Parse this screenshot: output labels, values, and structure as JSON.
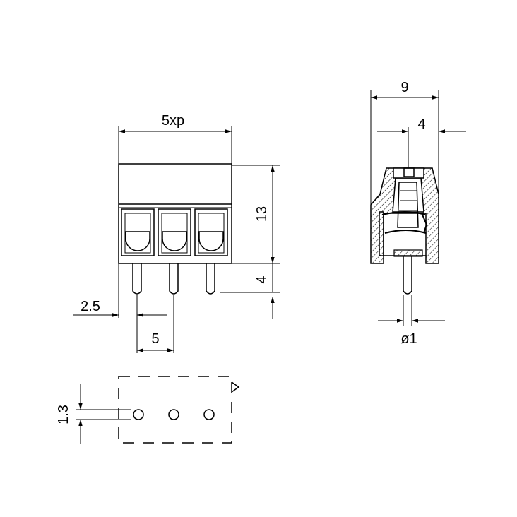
{
  "dimensions": {
    "pitch_total": "5xp",
    "height_body": "13",
    "pin_length": "4",
    "pin_offset": "2.5",
    "pitch": "5",
    "width_side": "9",
    "screw_offset": "4",
    "pin_diameter": "ø1",
    "hole_offset": "1.3"
  },
  "colors": {
    "line": "#000000",
    "background": "#ffffff"
  }
}
